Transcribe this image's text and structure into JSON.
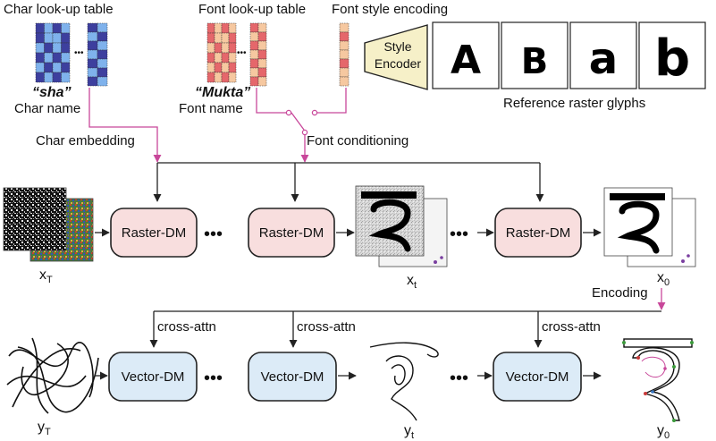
{
  "top": {
    "char_table_label": "Char look-up table",
    "font_table_label": "Font look-up table",
    "style_encoding_label": "Font style encoding",
    "char_name_value": "“sha”",
    "char_name_label": "Char name",
    "font_name_value": "“Mukta”",
    "font_name_label": "Font name",
    "style_encoder_line1": "Style",
    "style_encoder_line2": "Encoder",
    "reference_glyphs": [
      "A",
      "B",
      "a",
      "b"
    ],
    "reference_label": "Reference raster glyphs"
  },
  "mid": {
    "char_embedding_label": "Char embedding",
    "font_conditioning_label": "Font conditioning"
  },
  "raster_row": {
    "dm_label": "Raster-DM",
    "ellipsis": "•••",
    "xt_main": "x",
    "xt_sub": "T",
    "x_mid_main": "x",
    "x_mid_sub": "t",
    "x0_main": "x",
    "x0_sub": "0",
    "encoding_label": "Encoding"
  },
  "vector_row": {
    "dm_label": "Vector-DM",
    "cross_attn_label": "cross-attn",
    "ellipsis": "•••",
    "yt_main": "y",
    "yt_sub": "T",
    "y_mid_main": "y",
    "y_mid_sub": "t",
    "y0_main": "y",
    "y0_sub": "0"
  },
  "colors": {
    "char_table_dark": "#3d3f9e",
    "char_table_light": "#7fb2ec",
    "font_table_dark": "#e5676b",
    "font_table_light": "#f6c8a0",
    "raster_dm_fill": "#f8dede",
    "vector_dm_fill": "#dcebf7",
    "style_encoder_fill": "#f6f0c8",
    "connector_pink": "#c8479a"
  }
}
